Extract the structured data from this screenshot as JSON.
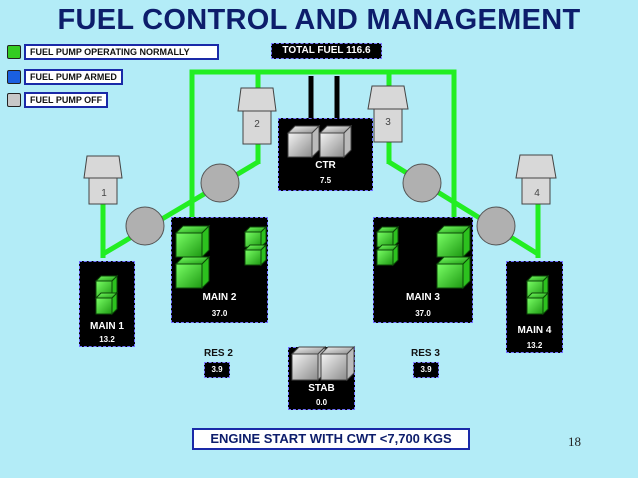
{
  "title": "FUEL CONTROL AND MANAGEMENT",
  "legend": [
    {
      "label": "FUEL PUMP OPERATING NORMALLY",
      "color": "#33cc22"
    },
    {
      "label": "FUEL PUMP ARMED",
      "color": "#1a5fe0"
    },
    {
      "label": "FUEL PUMP OFF",
      "color": "#c8c8c8"
    }
  ],
  "total_fuel": "TOTAL FUEL 116.6",
  "pumps": [
    "1",
    "2",
    "3",
    "4"
  ],
  "tanks": {
    "ctr": {
      "name": "CTR",
      "value": "7.5"
    },
    "main1": {
      "name": "MAIN 1",
      "value": "13.2"
    },
    "main2": {
      "name": "MAIN 2",
      "value": "37.0"
    },
    "main3": {
      "name": "MAIN 3",
      "value": "37.0"
    },
    "main4": {
      "name": "MAIN 4",
      "value": "13.2"
    },
    "stab": {
      "name": "STAB",
      "value": "0.0"
    }
  },
  "reserves": {
    "res2": {
      "name": "RES 2",
      "value": "3.9"
    },
    "res3": {
      "name": "RES 3",
      "value": "3.9"
    }
  },
  "message": "ENGINE START WITH CWT <7,700 KGS",
  "page_number": "18",
  "colors": {
    "feed_line": "#22ee22",
    "crossfeed": "#000000",
    "valve": "#b0b0b0",
    "background": "#b3ecf7"
  }
}
